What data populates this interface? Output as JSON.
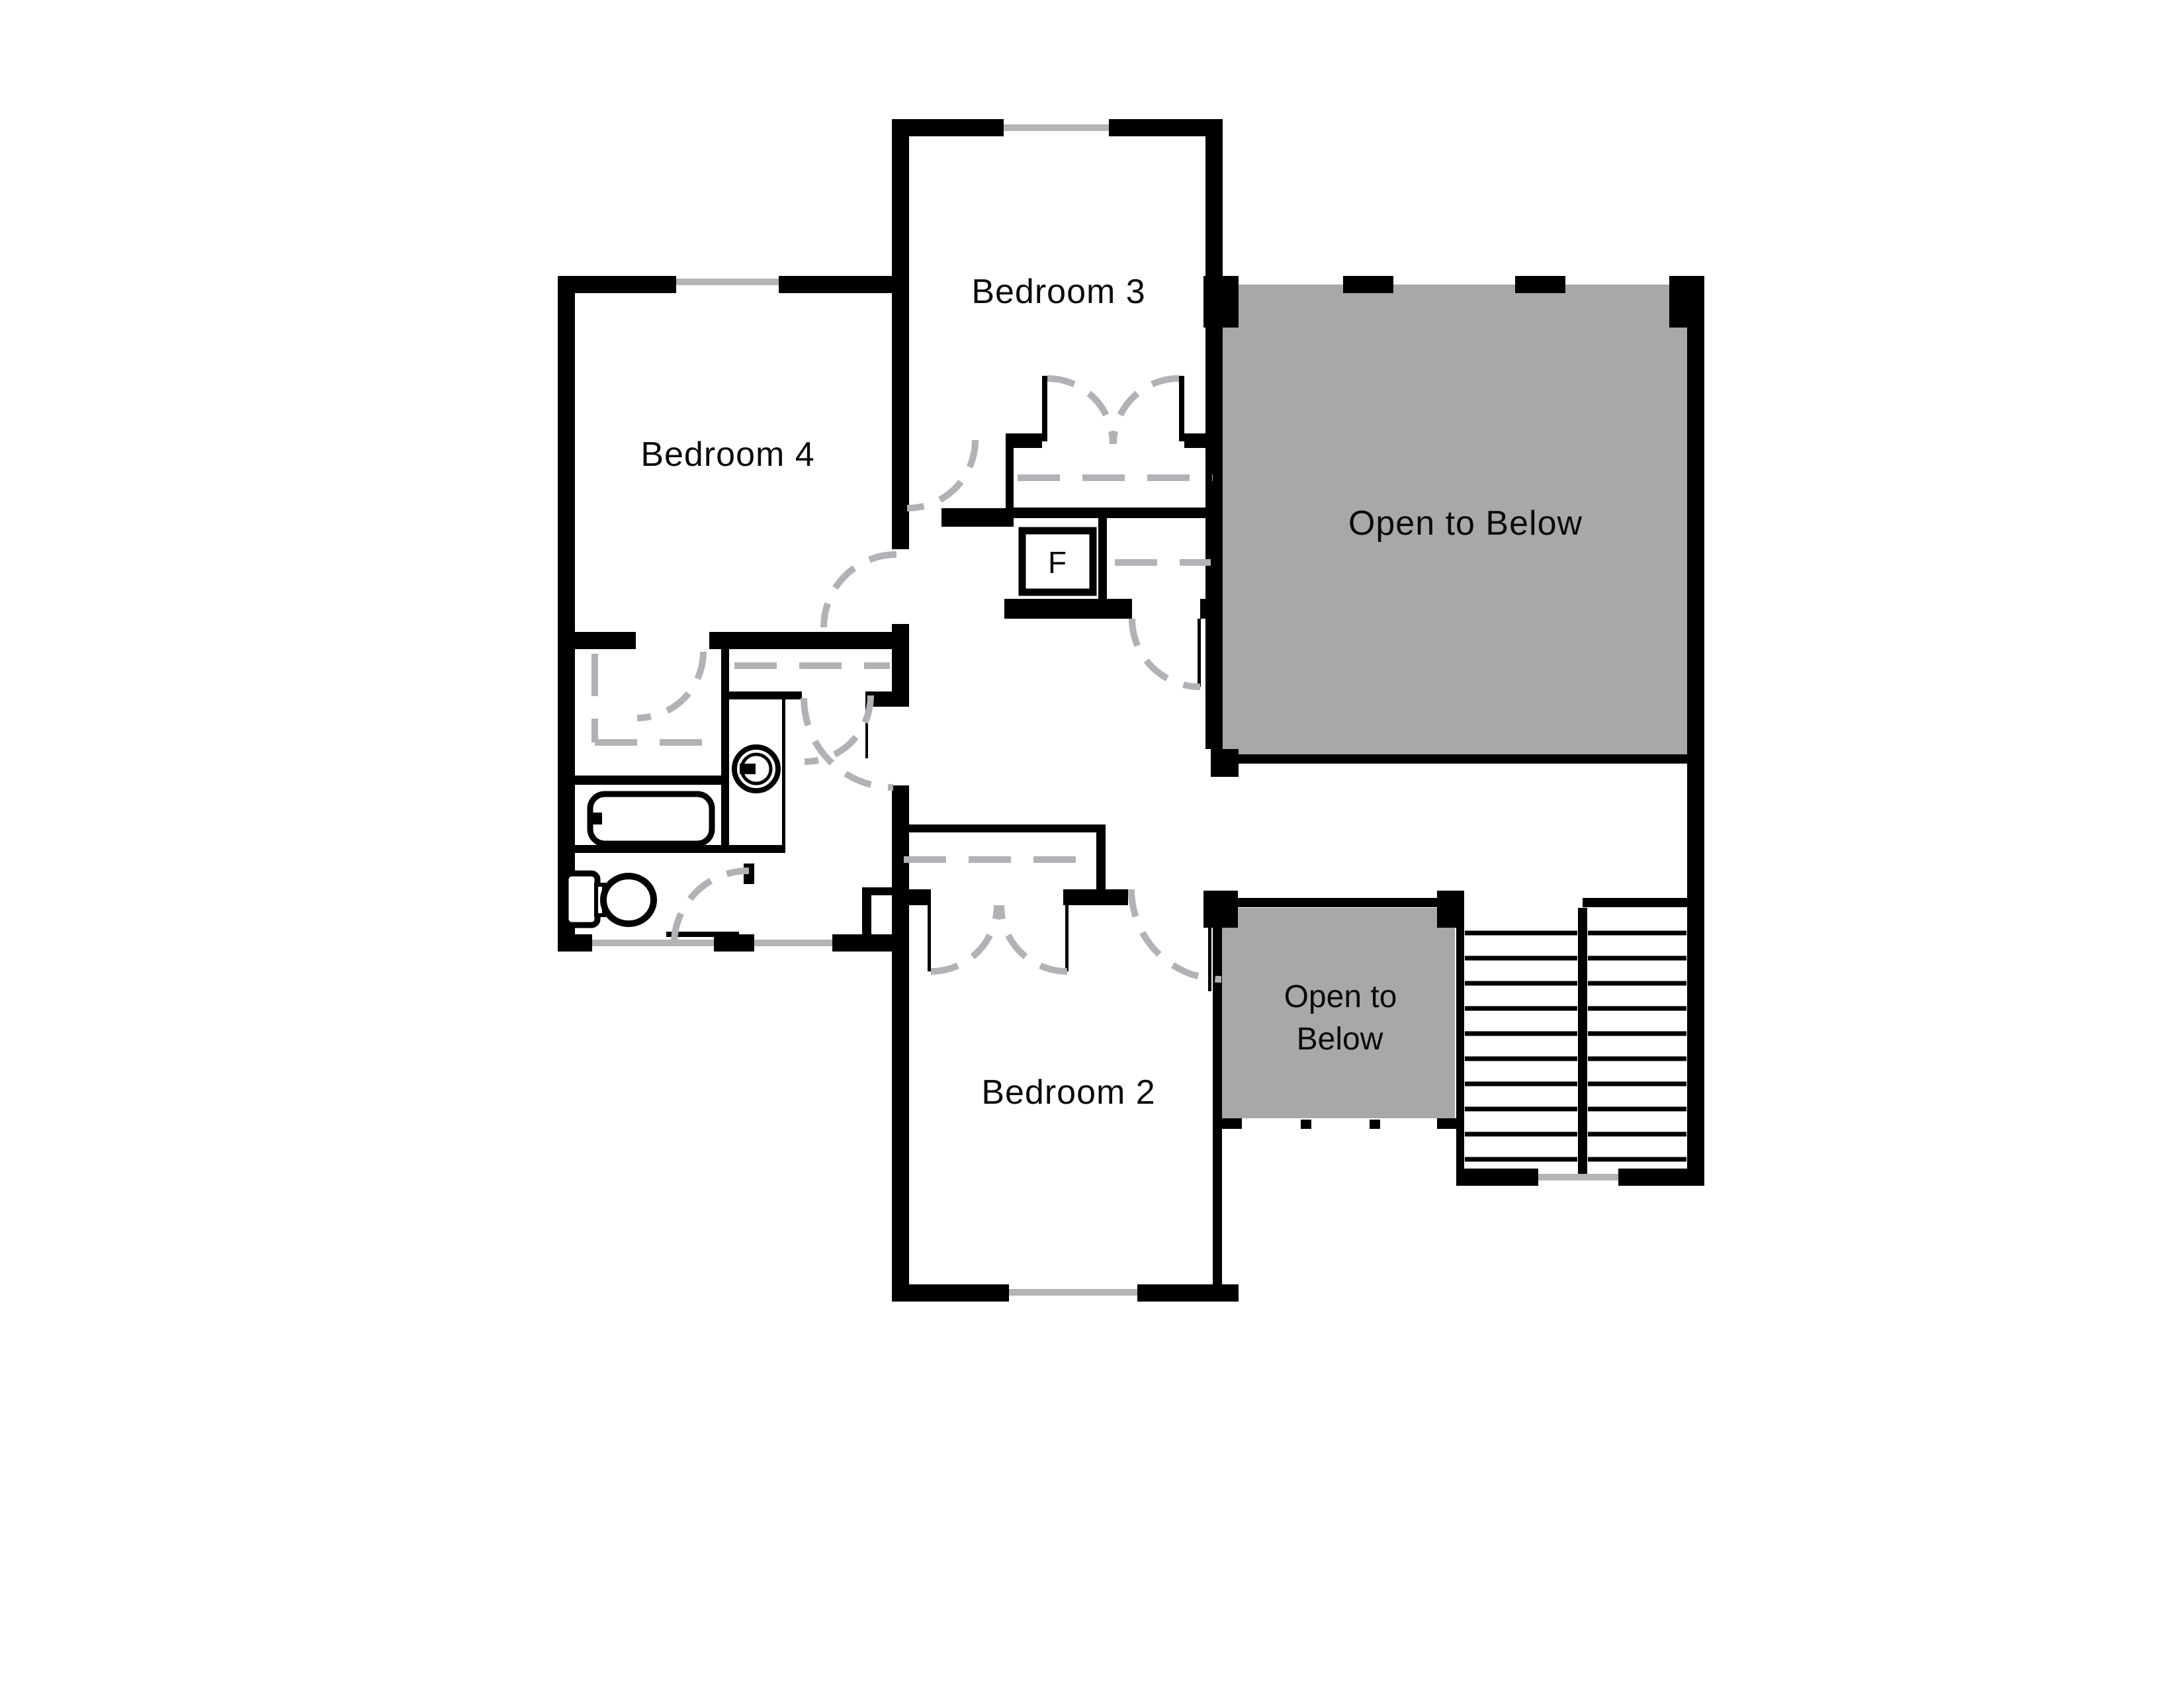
{
  "plan": {
    "rooms": {
      "bedroom3": "Bedroom 3",
      "bedroom4": "Bedroom 4",
      "bedroom2": "Bedroom 2",
      "open_below_large": "Open to Below",
      "open_below_small_line1": "Open to",
      "open_below_small_line2": "Below",
      "furnace": "F"
    },
    "colors": {
      "wall": "#000000",
      "open-area": "#a8a8ab",
      "window": "#b4b4b6",
      "door-arc": "#b2b2b6",
      "text": "#0a0a0a"
    }
  }
}
